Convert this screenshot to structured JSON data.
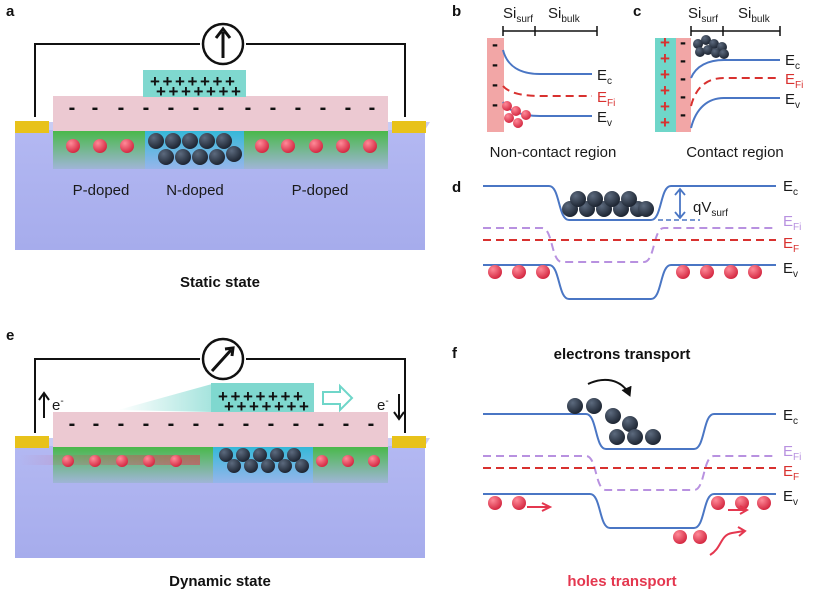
{
  "panels": {
    "a": {
      "letter": "a",
      "doping_labels": [
        "P-doped",
        "N-doped",
        "P-doped"
      ],
      "caption": "Static state",
      "gate_charges": "+++++++",
      "surface_charges": "-"
    },
    "b": {
      "letter": "b",
      "si_surf": "Si",
      "si_surf_sub": "surf",
      "si_bulk": "Si",
      "si_bulk_sub": "bulk",
      "band_labels": {
        "ec": "E",
        "ec_sub": "c",
        "efi": "E",
        "efi_sub": "Fi",
        "ev": "E",
        "ev_sub": "v"
      },
      "caption": "Non-contact region"
    },
    "c": {
      "letter": "c",
      "si_surf": "Si",
      "si_surf_sub": "surf",
      "si_bulk": "Si",
      "si_bulk_sub": "bulk",
      "band_labels": {
        "ec": "E",
        "ec_sub": "c",
        "efi": "E",
        "efi_sub": "Fi",
        "ev": "E",
        "ev_sub": "v"
      },
      "caption": "Contact region"
    },
    "d": {
      "letter": "d",
      "band_labels": {
        "ec": "E",
        "ec_sub": "c",
        "efi": "E",
        "efi_sub": "Fi",
        "ef": "E",
        "ef_sub": "F",
        "ev": "E",
        "ev_sub": "v"
      },
      "potential_label": "qV",
      "potential_sub": "surf"
    },
    "e": {
      "letter": "e",
      "caption": "Dynamic state",
      "electron_left": "e",
      "electron_right": "e",
      "electron_sup": "-"
    },
    "f": {
      "letter": "f",
      "title_top": "electrons transport",
      "title_bottom": "holes transport",
      "band_labels": {
        "ec": "E",
        "ec_sub": "c",
        "efi": "E",
        "efi_sub": "Fi",
        "ef": "E",
        "ef_sub": "F",
        "ev": "E",
        "ev_sub": "v"
      }
    }
  },
  "colors": {
    "substrate": "#aab0ee",
    "oxide": "#ecc9d2",
    "gate": "#7fd8cf",
    "p_region": "#49b84a",
    "n_region": "#4fc0d8",
    "contact": "#e8c21a",
    "hole": "#e4374f",
    "electron": "#2b3545",
    "band_line": "#4a76c4",
    "fermi": "#d8312f",
    "intrinsic": "#b891e0",
    "holes_title": "#e4374f"
  },
  "icons": [
    "ammeter-icon",
    "arrow-right-outline-icon",
    "curved-arrow-icon"
  ]
}
